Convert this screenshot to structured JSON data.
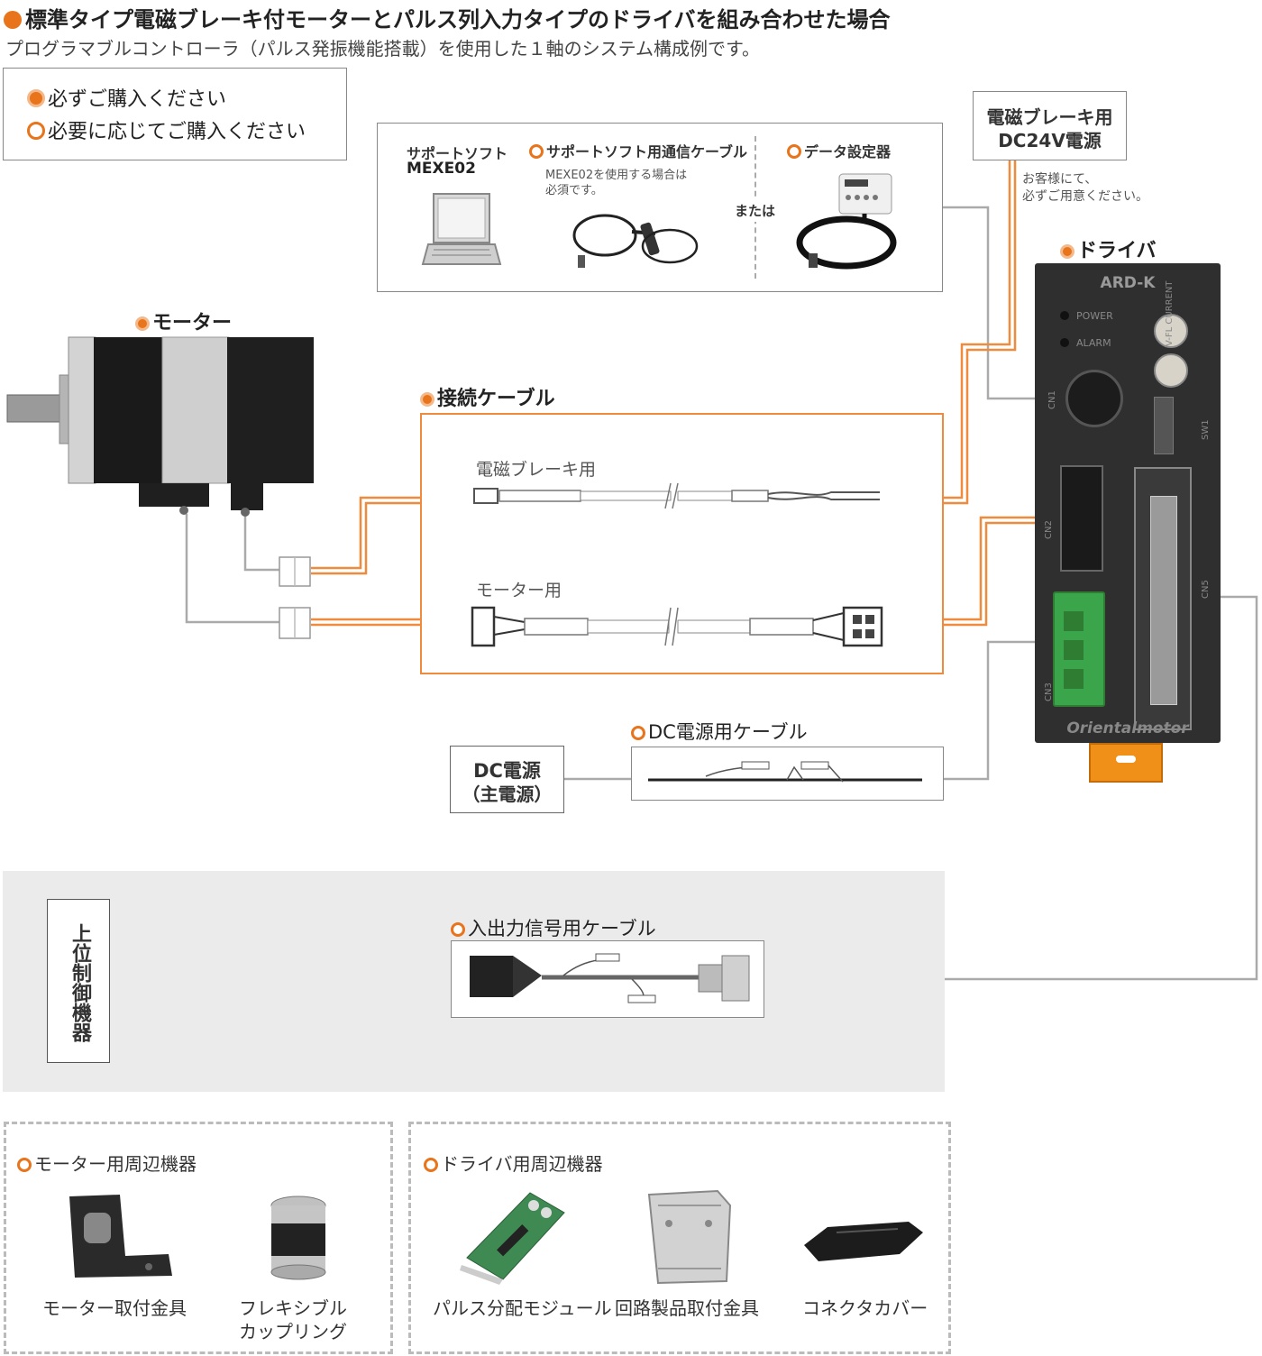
{
  "header": {
    "title": "標準タイプ電磁ブレーキ付モーターとパルス列入力タイプのドライバを組み合わせた場合",
    "subtitle": "プログラマブルコントローラ（パルス発振機能搭載）を使用した１軸のシステム構成例です。"
  },
  "legend": {
    "required": "必ずご購入ください",
    "optional": "必要に応じてご購入ください"
  },
  "software": {
    "name": "サポートソフト",
    "product": "MEXE02",
    "cable_label": "サポートソフト用通信ケーブル",
    "cable_note_line1": "MEXE02を使用する場合は",
    "cable_note_line2": "必須です。",
    "or_text": "または",
    "data_setter": "データ設定器"
  },
  "brake_power": {
    "line1": "電磁ブレーキ用",
    "line2": "DC24V電源",
    "note_line1": "お客様にて、",
    "note_line2": "必ずご用意ください。"
  },
  "driver": {
    "label": "ドライバ",
    "model": "ARD-K",
    "power_led": "POWER",
    "alarm_led": "ALARM",
    "vr_label": "V-FL CURRENT",
    "sw_label": "SW1",
    "cn1_label": "CN1",
    "cn2_label": "CN2",
    "cn3_label": "CN3",
    "cn5_label": "CN5",
    "brand": "Orientalmotor"
  },
  "motor": {
    "label": "モーター"
  },
  "connection_cable": {
    "label": "接続ケーブル",
    "brake_cable": "電磁ブレーキ用",
    "motor_cable": "モーター用"
  },
  "dc_power": {
    "label_line1": "DC電源",
    "label_line2": "（主電源）",
    "cable_label": "DC電源用ケーブル"
  },
  "io": {
    "host_label": "上位制御機器",
    "cable_label": "入出力信号用ケーブル"
  },
  "motor_accessories": {
    "title": "モーター用周辺機器",
    "items": [
      "モーター取付金具",
      "フレキシブル",
      "カップリング"
    ]
  },
  "driver_accessories": {
    "title": "ドライバ用周辺機器",
    "items": [
      "パルス分配モジュール",
      "回路製品取付金具",
      "コネクタカバー"
    ]
  },
  "colors": {
    "accent": "#e8741c",
    "cable": "#f08a3c",
    "wire": "#aaaaaa",
    "driver_body": "#2f2f2f",
    "terminal_green": "#3aa54a"
  }
}
